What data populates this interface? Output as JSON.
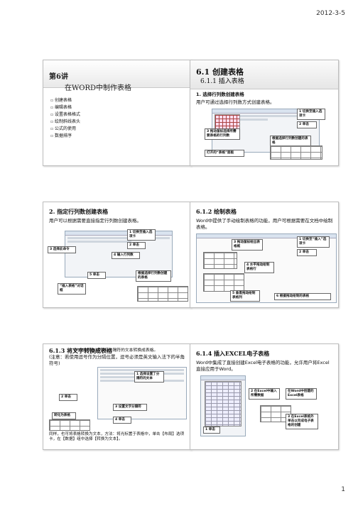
{
  "page": {
    "date": "2012-3-5",
    "page_number": "1"
  },
  "slide1": {
    "title": "第6讲",
    "subtitle": "在WORD中制作表格",
    "bullets": [
      "创建表格",
      "编辑表格",
      "设置表格格式",
      "绘制斜线表头",
      "公式的使用",
      "数据排序"
    ]
  },
  "slide2": {
    "title": "6.1 创建表格",
    "subtitle": "6.1.1 插入表格",
    "heading": "1. 选择行列数创建表格",
    "body": "用户可通过选择行列数方式创建表格。",
    "callouts": [
      "1 切换至插入选项卡",
      "2 单击",
      "3 拖动鼠标选择所需要表格的行列数",
      "根据选择行列数创建的表格",
      "打开的“表格”面板"
    ]
  },
  "slide3": {
    "heading": "2. 指定行列数创建表格",
    "body": "用户可以根据需要直接指定行列数创建表格。",
    "callouts": [
      "1 切换至插入选项卡",
      "2 单击",
      "3 选择此命令",
      "4 输入行列数",
      "5 单击",
      "“插入表格”对话框",
      "根据选择行列数创建的表格"
    ]
  },
  "slide4": {
    "heading": "6.1.2 绘制表格",
    "body": "Word中提供了手动绘制表格的功能，用户可根据需要在文档中绘制表格。",
    "callouts": [
      "1 切换至“插入”选项卡",
      "2 单击",
      "3 拖动鼠标绘出表格框",
      "4 水平拖动绘制表格行",
      "5 垂直拖动绘制表格列",
      "6 根据拖动绘制的表格"
    ]
  },
  "slide5": {
    "heading": "6.1.3 将文字转换成表格",
    "heading_overlap": "Word中可以将带有分隔符的文本转换成表格。",
    "body": "(注意：若使用逗号作为分隔位置，逗号必须是英文输入法下的半角符号)",
    "callouts": [
      "1 选择设置了分隔符的文本",
      "2 单击",
      "3 设置文字分隔符",
      "4 单击",
      "转化为表格"
    ],
    "footer": "同样，也可将表格转换为文本，方法：将光标置于表格中，单击【布局】选项卡，在【数据】组中选择【转换为文本】。"
  },
  "slide6": {
    "heading": "6.1.4 插入EXCEL电子表格",
    "body": "Word中集成了直接创建Excel电子表格的功能，允许用户将Excel直接应用于Word。",
    "callouts": [
      "2 在Excel中输入所需数据",
      "在Word中创建的Excel表格",
      "1 单击",
      "3 在Excel表格外单击以完成电子表格的创建"
    ]
  }
}
